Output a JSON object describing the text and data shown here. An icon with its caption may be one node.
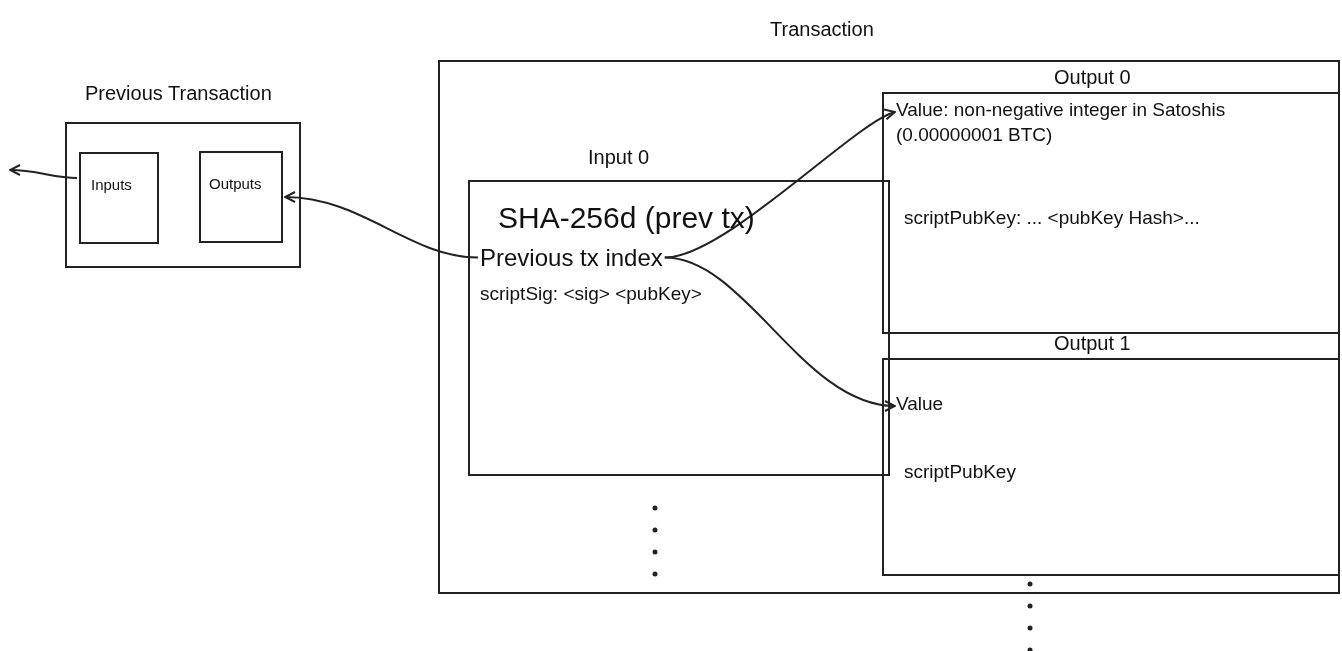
{
  "diagram": {
    "nodes": [
      {
        "text": [
          "Previous Transaction"
        ]
      },
      {
        "text": [
          "Inputs"
        ],
        "in": 0
      },
      {
        "text": [
          "Outputs"
        ],
        "in": 0
      },
      {
        "text": [
          "Transaction"
        ]
      },
      {
        "text": [
          "Input 0"
        ],
        "in": 3
      },
      {
        "text": [
          "SHA-256d (prev tx)"
        ],
        "in": 4
      },
      {
        "text": [
          "Previous tx index"
        ],
        "in": 4
      },
      {
        "text": [
          "scriptSig: <sig> <pubKey>"
        ],
        "in": 4
      },
      {
        "text": [
          "Output 0"
        ],
        "in": 3
      },
      {
        "text": [
          "Value: non-negative integer in Satoshis (0.00000001 BTC)"
        ],
        "in": 8
      },
      {
        "text": [
          "scriptPubKey: ... <pubKey Hash>..."
        ],
        "in": 8
      },
      {
        "text": [
          "Output 1"
        ],
        "in": 3
      },
      {
        "text": [
          "Value"
        ],
        "in": 11
      },
      {
        "text": [
          "scriptPubKey"
        ],
        "in": 11
      }
    ],
    "edges": [
      {
        "from": 1,
        "to": null,
        "arrow": "to"
      },
      {
        "from": 6,
        "to": 2,
        "arrow": "to"
      },
      {
        "from": 6,
        "to": 9,
        "arrow": "to"
      },
      {
        "from": 6,
        "to": 12,
        "arrow": "to"
      }
    ]
  }
}
